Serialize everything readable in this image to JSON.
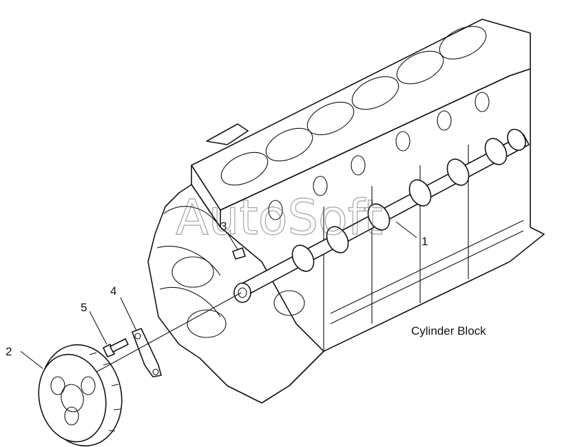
{
  "callouts": [
    {
      "id": "1",
      "text": "1"
    },
    {
      "id": "2",
      "text": "2"
    },
    {
      "id": "3",
      "text": "3"
    },
    {
      "id": "4",
      "text": "4"
    },
    {
      "id": "5",
      "text": "5"
    }
  ],
  "labels": {
    "cylinder_block": "Cylinder Block"
  },
  "watermark": "AutoSoft"
}
